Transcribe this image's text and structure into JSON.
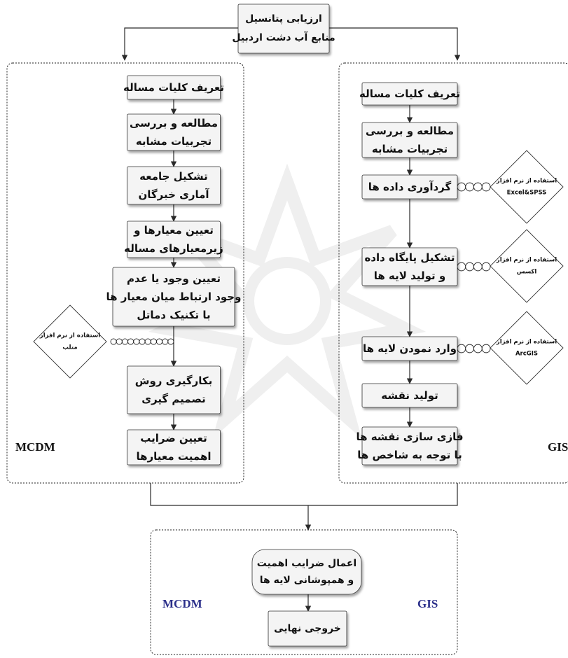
{
  "title": {
    "line1": "ارزیابی پتانسیل",
    "line2": "منابع آب دشت اردبیل"
  },
  "mcdm": {
    "label": "MCDM",
    "steps": [
      {
        "lines": [
          "تعریف کلیات مساله"
        ]
      },
      {
        "lines": [
          "مطالعه و بررسی",
          "تجربیات مشابه"
        ]
      },
      {
        "lines": [
          "تشکیل جامعه",
          "آماری خبرگان"
        ]
      },
      {
        "lines": [
          "تعیین معیارها و",
          "زیرمعیارهای مساله"
        ]
      },
      {
        "lines": [
          "تعیین وجود یا عدم",
          "وجود ارتباط میان معیار ها",
          "با تکنیک دماتل"
        ]
      },
      {
        "lines": [
          "بکارگیری روش",
          "تصمیم گیری"
        ]
      },
      {
        "lines": [
          "تعیین ضرایب",
          "اهمیت معیارها"
        ]
      }
    ],
    "software": {
      "lines": [
        "استفاده از نرم افزار",
        "متلب"
      ]
    }
  },
  "gis": {
    "label": "GIS",
    "steps": [
      {
        "lines": [
          "تعریف کلیات مساله"
        ]
      },
      {
        "lines": [
          "مطالعه و بررسی",
          "تجربیات مشابه"
        ]
      },
      {
        "lines": [
          "گردآوری داده ها"
        ]
      },
      {
        "lines": [
          "تشکیل پایگاه داده",
          "و تولید لایه ها"
        ]
      },
      {
        "lines": [
          "وارد نمودن لایه ها"
        ]
      },
      {
        "lines": [
          "تولید نقشه"
        ]
      },
      {
        "lines": [
          "فازی سازی نقشه ها",
          "با توجه به شاخص ها"
        ]
      }
    ],
    "software": [
      {
        "lines": [
          "استفاده از نرم افزار",
          "Excel&SPSS"
        ]
      },
      {
        "lines": [
          "استفاده از نرم افزار",
          "اکسس"
        ]
      },
      {
        "lines": [
          "استفاده از نرم افزار",
          "ArcGIS"
        ]
      }
    ]
  },
  "final": {
    "mcdm_label": "MCDM",
    "gis_label": "GIS",
    "steps": [
      {
        "lines": [
          "اعمال ضرایب اهمیت",
          "و همپوشانی لایه ها"
        ]
      },
      {
        "lines": [
          "خروجی نهایی"
        ]
      }
    ]
  },
  "colors": {
    "box_fill": "#f4f4f4",
    "line": "#2a2a2a",
    "final_label": "#2b2f8a",
    "watermark": "#e2e2e2"
  }
}
